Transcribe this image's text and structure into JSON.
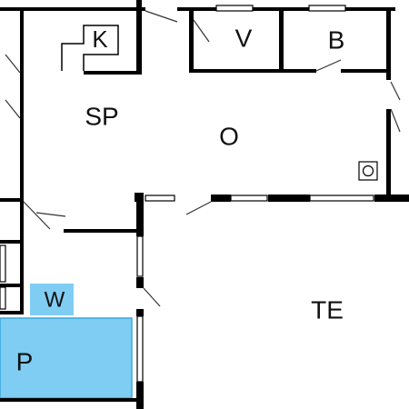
{
  "rooms": {
    "k": "K",
    "v": "V",
    "b": "B",
    "sp": "SP",
    "o": "O",
    "te": "TE",
    "w": "W",
    "p": "P"
  },
  "colors": {
    "wall": "#000000",
    "background": "#ffffff",
    "pool": "#7fcdf3",
    "pool_border": "#3aa6df",
    "window_frame": "#9a9a9a",
    "door": "#333333"
  }
}
